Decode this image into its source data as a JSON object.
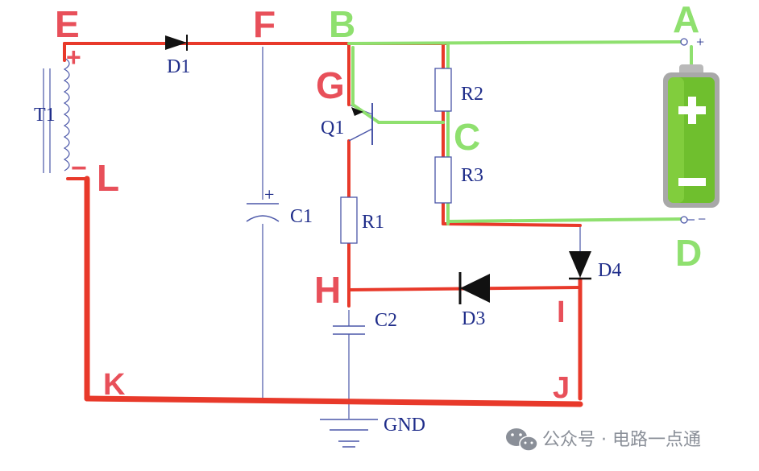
{
  "colors": {
    "red": "#e8392a",
    "green": "#8fe06f",
    "blue": "#4a56a8",
    "label_red": "#e8505a",
    "label_green": "#8fe06f",
    "text_blue": "#1f2d8a",
    "battery_green": "#6fbf2e",
    "watermark": "#8a8f98"
  },
  "nodes": {
    "E": "E",
    "F": "F",
    "B": "B",
    "A": "A",
    "G": "G",
    "C": "C",
    "L": "L",
    "D": "D",
    "H": "H",
    "I": "I",
    "K": "K",
    "J": "J"
  },
  "components": {
    "T1": "T1",
    "D1": "D1",
    "Q1": "Q1",
    "R2": "R2",
    "R3": "R3",
    "C1": "C1",
    "R1": "R1",
    "D4": "D4",
    "D3": "D3",
    "C2": "C2",
    "GND": "GND"
  },
  "polarity": {
    "plus": "+",
    "minus": "−",
    "a_plus": "+",
    "d_minus": "−",
    "c1_plus": "+"
  },
  "battery": {
    "icon": "battery-icon"
  },
  "watermark": {
    "text": "公众号 · 电路一点通",
    "icon": "wechat-icon"
  }
}
